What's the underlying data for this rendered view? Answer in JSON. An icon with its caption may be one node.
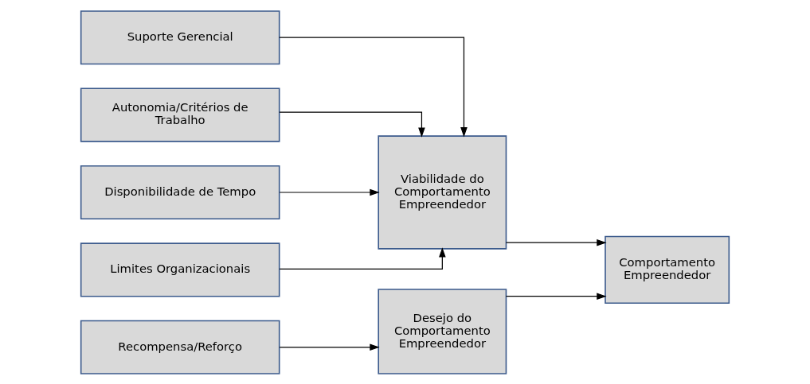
{
  "diagram": {
    "nodes": [
      {
        "text": [
          "Suporte Gerencial"
        ]
      },
      {
        "text": [
          "Autonomia/Critérios de Trabalho"
        ]
      },
      {
        "text": [
          "Disponibilidade de Tempo"
        ]
      },
      {
        "text": [
          "Limites Organizacionais"
        ]
      },
      {
        "text": [
          "Recompensa/Reforço"
        ]
      },
      {
        "text": [
          "Viabilidade do Comportamento Empreendedor"
        ]
      },
      {
        "text": [
          "Desejo do Comportamento Empreendedor"
        ]
      },
      {
        "text": [
          "Comportamento Empreendedor"
        ]
      }
    ],
    "edges": [
      {
        "from": 0,
        "to": 5,
        "arrow": "to"
      },
      {
        "from": 1,
        "to": 5,
        "arrow": "to"
      },
      {
        "from": 2,
        "to": 5,
        "arrow": "to"
      },
      {
        "from": 3,
        "to": 5,
        "arrow": "to"
      },
      {
        "from": 4,
        "to": 6,
        "arrow": "to"
      },
      {
        "from": 5,
        "to": 7,
        "arrow": "to"
      },
      {
        "from": 6,
        "to": 7,
        "arrow": "to"
      }
    ]
  }
}
